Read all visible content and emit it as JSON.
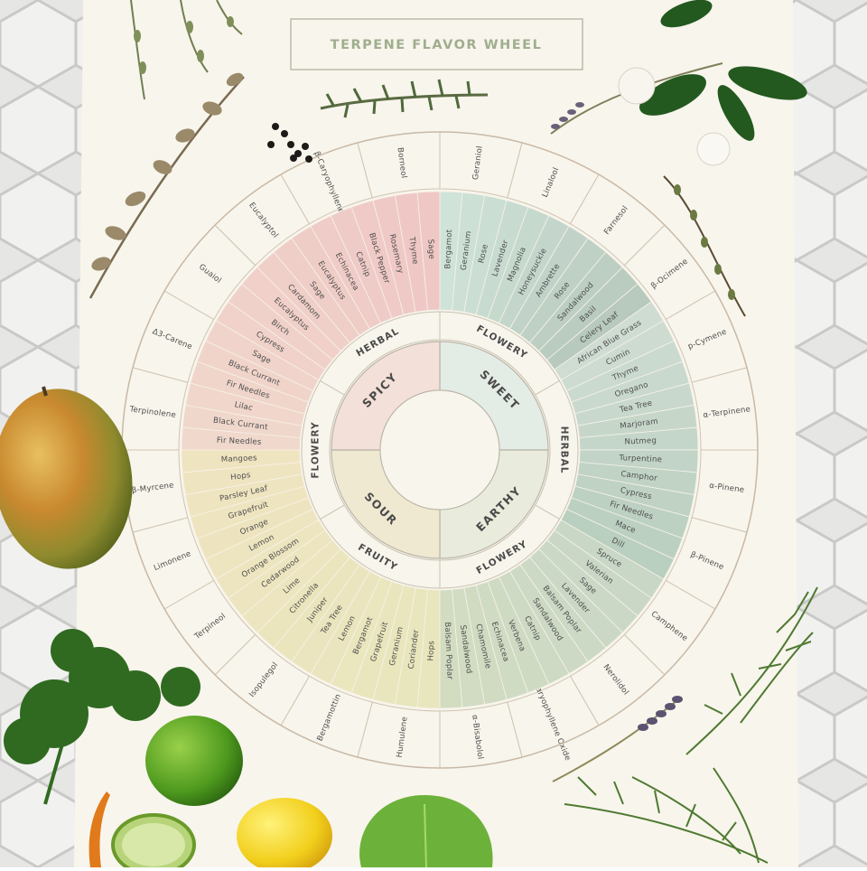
{
  "poster": {
    "title": "TERPENE FLAVOR WHEEL"
  },
  "wheel": {
    "main_categories": [
      "SWEET",
      "EARTHY",
      "SOUR",
      "SPICY"
    ],
    "mid_categories": [
      "FLOWERY",
      "HERBAL",
      "FLOWERY",
      "FRUITY",
      "FLOWERY",
      "HERBAL"
    ],
    "outer_terpenes": [
      "Geraniol",
      "Linalool",
      "Farnesol",
      "β-Ocimene",
      "p-Cymene",
      "α-Terpinene",
      "α-Pinene",
      "β-Pinene",
      "Camphene",
      "Nerolidol",
      "β-Caryophyllene Oxide",
      "α-Bisabolol",
      "Humulene",
      "Bergamottin",
      "Isopulegol",
      "Terpineol",
      "Limonene",
      "β-Myrcene",
      "Terpinolene",
      "Δ3-Carene",
      "Guaiol",
      "Eucalyptol",
      "β-Caryophyllene",
      "Borneol"
    ],
    "flavor_notes": [
      "Bergamot",
      "Geranium",
      "Rose",
      "Lavender",
      "Magnolia",
      "Honeysuckle",
      "Ambrette",
      "Rose",
      "Sandalwood",
      "Basil",
      "Celery Leaf",
      "African Blue Grass",
      "Cumin",
      "Thyme",
      "Oregano",
      "Tea Tree",
      "Marjoram",
      "Nutmeg",
      "Turpentine",
      "Camphor",
      "Cypress",
      "Fir Needles",
      "Mace",
      "Dill",
      "Spruce",
      "Valerian",
      "Sage",
      "Lavender",
      "Balsam Poplar",
      "Sandalwood",
      "Catnip",
      "Verbena",
      "Echinacea",
      "Chamomile",
      "Sandalwood",
      "Balsam Poplar",
      "Hops",
      "Coriander",
      "Geranium",
      "Grapefruit",
      "Bergamot",
      "Lemon",
      "Tea Tree",
      "Juniper",
      "Citronella",
      "Lime",
      "Cedarwood",
      "Orange Blossom",
      "Lemon",
      "Orange",
      "Grapefruit",
      "Parsley Leaf",
      "Hops",
      "Mangoes",
      "Fir Needles",
      "Black Currant",
      "Lilac",
      "Fir Needles",
      "Black Currant",
      "Sage",
      "Cypress",
      "Birch",
      "Eucalyptus",
      "Cardamom",
      "Sage",
      "Eucalyptus",
      "Echinacea",
      "Catnip",
      "Black Pepper",
      "Rosemary",
      "Thyme",
      "Sage"
    ]
  }
}
